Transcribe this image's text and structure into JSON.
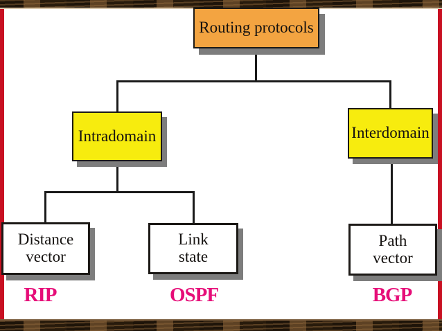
{
  "frame": {
    "wood_base_color": "#31210f",
    "edge_stripe_color": "#c81022"
  },
  "diagram": {
    "title_node": {
      "label": "Routing protocols",
      "bg": "#f3a441"
    },
    "intradomain": {
      "label": "Intradomain",
      "bg": "#f7ec0e"
    },
    "interdomain": {
      "label": "Interdomain",
      "bg": "#f7ec0e"
    },
    "distance_vector": {
      "line1": "Distance",
      "line2": "vector",
      "bg": "#ffffff"
    },
    "link_state": {
      "line1": "Link",
      "line2": "state",
      "bg": "#ffffff"
    },
    "path_vector": {
      "line1": "Path",
      "line2": "vector",
      "bg": "#ffffff"
    },
    "protocols": {
      "rip": "RIP",
      "ospf": "OSPF",
      "bgp": "BGP",
      "color": "#e60d78"
    },
    "connector_color": "#1a1a1a",
    "shadow_color": "#7d7d7d"
  }
}
